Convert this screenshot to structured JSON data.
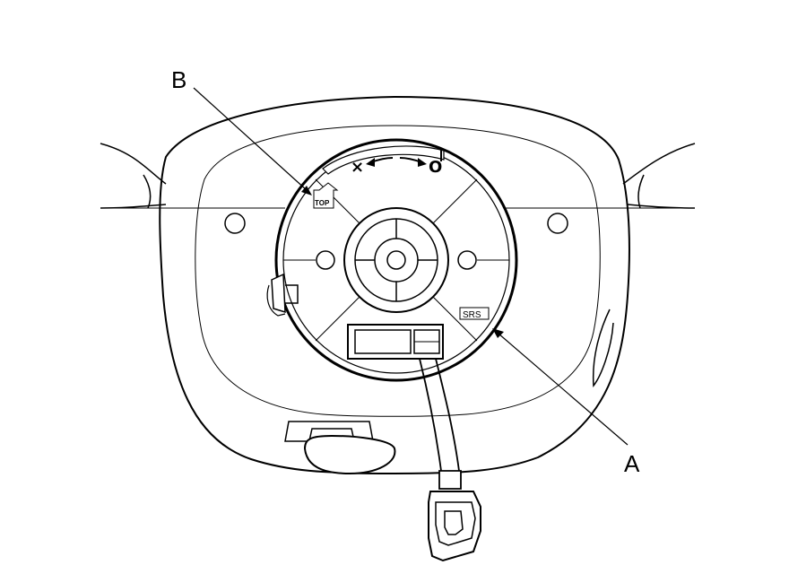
{
  "callouts": {
    "a": "A",
    "b": "B"
  },
  "markings": {
    "top": "TOP",
    "srs": "SRS",
    "cross": "×",
    "circle": "O"
  },
  "colors": {
    "line": "#000000",
    "background": "#ffffff"
  }
}
